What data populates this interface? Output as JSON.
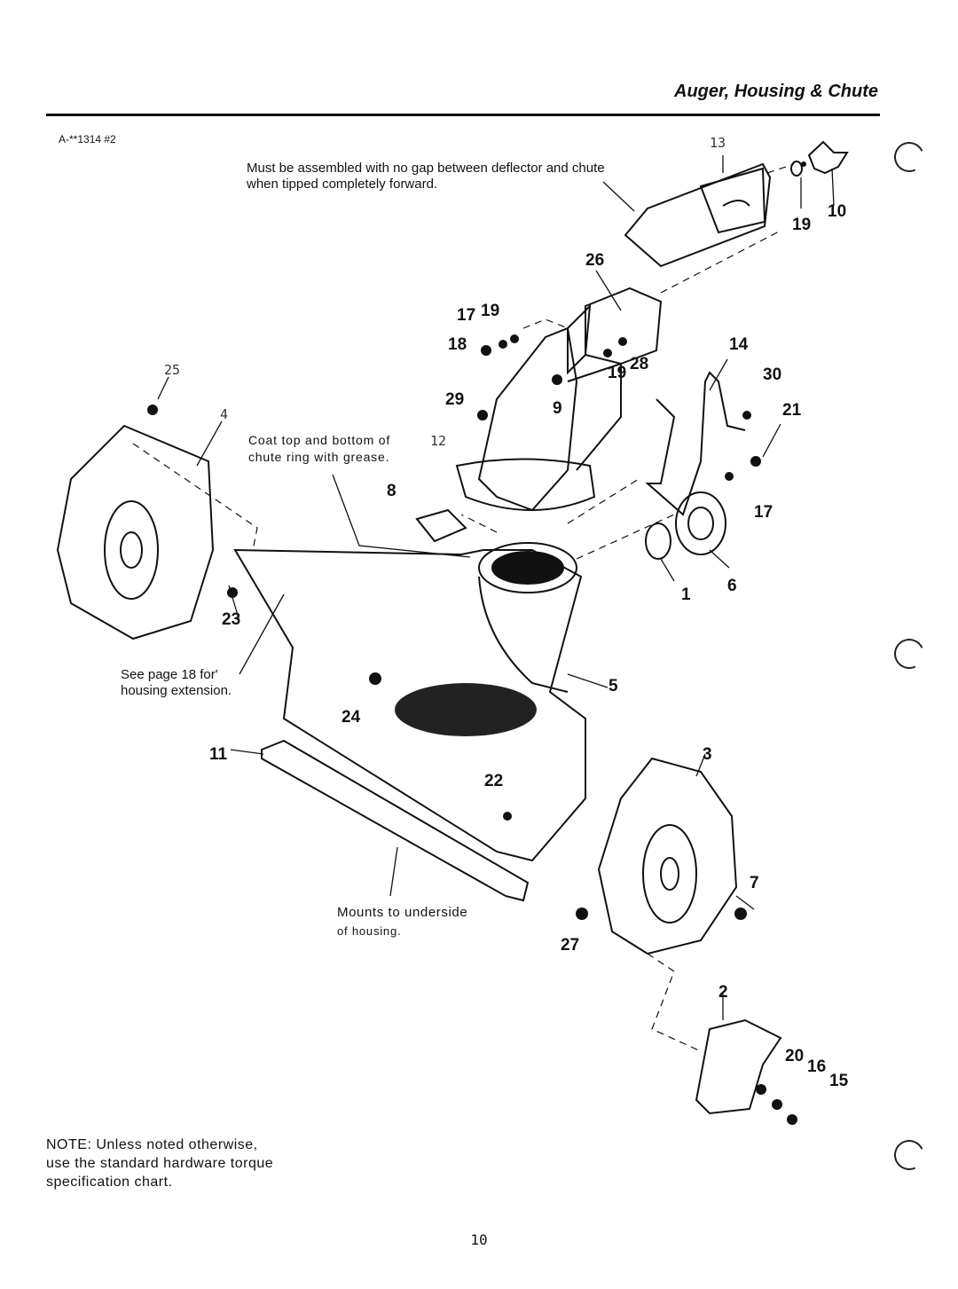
{
  "header": {
    "title": "Auger, Housing & Chute",
    "doc_code": "A-**1314 #2"
  },
  "notes": {
    "deflector_line1": "Must be assembled with no gap between deflector and chute",
    "deflector_line2": "when tipped completely forward.",
    "grease_line1": "Coat top and bottom of",
    "grease_line2": "chute ring with grease.",
    "extension_line1": "See page 18 for'",
    "extension_line2": "housing extension.",
    "mounts_line1": "Mounts to underside",
    "mounts_line2": "of housing."
  },
  "callouts": [
    "13",
    "19",
    "10",
    "26",
    "17",
    "19",
    "18",
    "14",
    "25",
    "19",
    "28",
    "30",
    "4",
    "29",
    "9",
    "21",
    "12",
    "8",
    "17",
    "1",
    "6",
    "23",
    "5",
    "24",
    "11",
    "3",
    "22",
    "7",
    "27",
    "2",
    "20",
    "16",
    "15"
  ],
  "footer": {
    "note_line1": "NOTE: Unless noted otherwise,",
    "note_line2": "use the standard hardware torque",
    "note_line3": "specification chart.",
    "page_number": "10"
  }
}
